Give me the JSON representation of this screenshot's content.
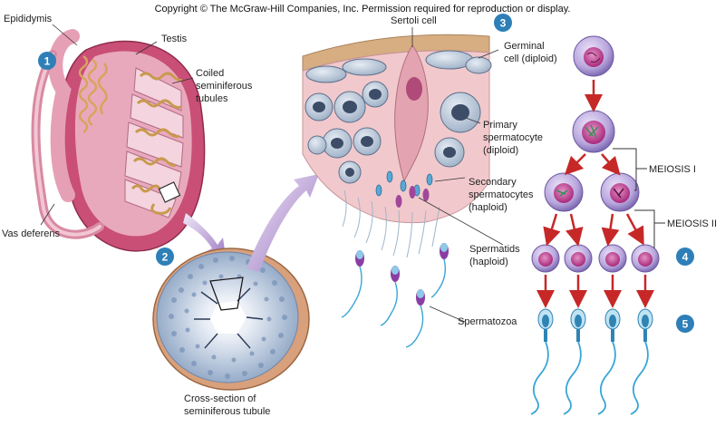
{
  "copyright": "Copyright © The McGraw-Hill Companies, Inc. Permission required for reproduction or display.",
  "steps": [
    "1",
    "2",
    "3",
    "4",
    "5"
  ],
  "labels": {
    "epididymis": "Epididymis",
    "testis": "Testis",
    "coiled_1": "Coiled",
    "coiled_2": "seminiferous",
    "coiled_3": "tubules",
    "vas_deferens": "Vas deferens",
    "cross_1": "Cross-section of",
    "cross_2": "seminiferous tubule",
    "sertoli": "Sertoli cell",
    "germinal_1": "Germinal",
    "germinal_2": "cell (diploid)",
    "primary_1": "Primary",
    "primary_2": "spermatocyte",
    "primary_3": "(diploid)",
    "secondary_1": "Secondary",
    "secondary_2": "spermatocytes",
    "secondary_3": "(haploid)",
    "spermatids_1": "Spermatids",
    "spermatids_2": "(haploid)",
    "spermatozoa": "Spermatozoa",
    "meiosis1": "MEIOSIS I",
    "meiosis2": "MEIOSIS II"
  },
  "colors": {
    "step_circle": "#2e7fb8",
    "arrow_red": "#c62828",
    "cell_lavender": "#b8a6dc",
    "cell_nucleus": "#c13c8f",
    "sperm_head": "#8fc9e8",
    "sperm_tail": "#3aa6d6",
    "testis_pink": "#d7829c",
    "tubule_tan": "#d8b170",
    "tissue_pink": "#f1c9cc"
  }
}
